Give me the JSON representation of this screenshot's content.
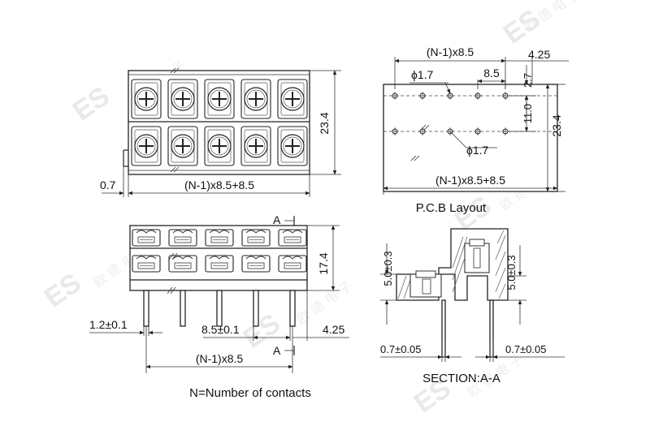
{
  "watermark": {
    "brand": "ES",
    "chinese": "欧 德 电 子"
  },
  "top_view": {
    "dim_height": "23.4",
    "dim_offset": "0.7",
    "dim_width": "(N-1)x8.5+8.5"
  },
  "pcb_layout": {
    "caption": "P.C.B Layout",
    "dim_pitch_total": "(N-1)x8.5",
    "dim_edge": "4.25",
    "dim_hole_top": "ϕ1.7",
    "dim_pitch": "8.5",
    "dim_top_offset": "2.7",
    "dim_row_spacing": "11.0",
    "dim_height": "23.4",
    "dim_hole_bottom": "ϕ1.7",
    "dim_width": "(N-1)x8.5+8.5"
  },
  "front_view": {
    "section_marker_top": "A",
    "section_marker_bottom": "A",
    "dim_height": "17.4",
    "dim_pin_width": "1.2±0.1",
    "dim_pin_pitch": "8.5±0.1",
    "dim_edge": "4.25",
    "dim_span": "(N-1)x8.5",
    "note": "N=Number of contacts"
  },
  "section_view": {
    "caption": "SECTION:A-A",
    "dim_left_height": "5.0±0.3",
    "dim_right_height": "5.0±0.3",
    "dim_left_pin": "0.7±0.05",
    "dim_right_pin": "0.7±0.05"
  }
}
